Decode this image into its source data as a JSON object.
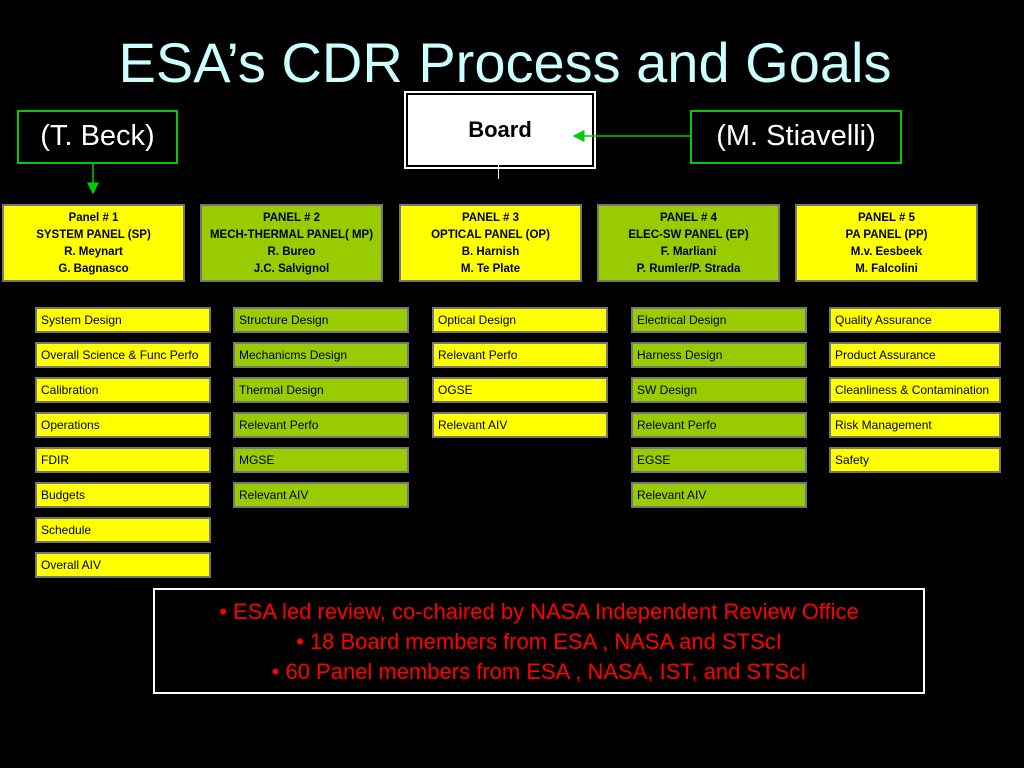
{
  "title": "ESA’s CDR Process and Goals",
  "left_name": "(T. Beck)",
  "right_name": "(M. Stiavelli)",
  "board_label": "Board",
  "panels": [
    {
      "lines": [
        "Panel # 1",
        "SYSTEM PANEL  (SP)",
        "R. Meynart",
        "G. Bagnasco"
      ],
      "color": "#ffff00",
      "items": [
        "System Design",
        "Overall Science & Func Perfo",
        "Calibration",
        "Operations",
        "FDIR",
        "Budgets",
        "Schedule",
        "Overall AIV"
      ]
    },
    {
      "lines": [
        "PANEL # 2",
        "MECH-THERMAL PANEL( MP)",
        "R. Bureo",
        "J.C. Salvignol"
      ],
      "color": "#99cc00",
      "items": [
        "Structure Design",
        "Mechanicms Design",
        "Thermal Design",
        "Relevant Perfo",
        "MGSE",
        "Relevant AIV"
      ]
    },
    {
      "lines": [
        "PANEL # 3",
        "OPTICAL PANEL (OP)",
        "B. Harnish",
        "M. Te Plate"
      ],
      "color": "#ffff00",
      "items": [
        "Optical Design",
        "Relevant Perfo",
        "OGSE",
        "Relevant AIV"
      ]
    },
    {
      "lines": [
        "PANEL # 4",
        "ELEC-SW PANEL (EP)",
        "F. Marliani",
        "P. Rumler/P. Strada"
      ],
      "color": "#99cc00",
      "items": [
        "Electrical Design",
        "Harness Design",
        "SW Design",
        "Relevant Perfo",
        "EGSE",
        "Relevant AIV"
      ]
    },
    {
      "lines": [
        "PANEL # 5",
        "PA  PANEL (PP)",
        "M.v. Eesbeek",
        "M. Falcolini"
      ],
      "color": "#ffff00",
      "items": [
        "Quality Assurance",
        "Product Assurance",
        "Cleanliness & Contamination",
        "Risk Management",
        "Safety"
      ]
    }
  ],
  "info": [
    "• ESA led review, co-chaired by NASA Independent Review Office",
    "• 18 Board members from ESA , NASA and STScI",
    "• 60 Panel members from ESA , NASA, IST, and STScI"
  ],
  "colors": {
    "connector": "#00cc00",
    "title": "#ccffff",
    "info_text": "#ff0000"
  }
}
